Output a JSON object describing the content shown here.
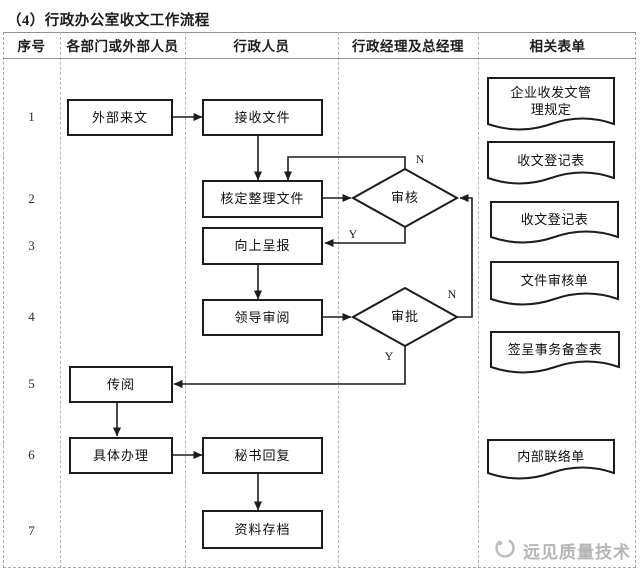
{
  "title": "（4）行政办公室收文工作流程",
  "table": {
    "headers": [
      "序号",
      "各部门或外部人员",
      "行政人员",
      "行政经理及总经理",
      "相关表单"
    ],
    "row_numbers": [
      "1",
      "2",
      "3",
      "4",
      "5",
      "6",
      "7"
    ]
  },
  "flowchart": {
    "nodes": {
      "external": "外部来文",
      "receive": "接收文件",
      "verify": "核定整理文件",
      "report": "向上呈报",
      "leader": "领导审阅",
      "circulate": "传阅",
      "handle": "具体办理",
      "secretary": "秘书回复",
      "archive": "资料存档"
    },
    "decisions": {
      "review": "审核",
      "approve": "审批"
    },
    "branches": {
      "review_n": "N",
      "review_y": "Y",
      "approve_n": "N",
      "approve_y": "Y"
    }
  },
  "forms": [
    "企业收发文管理规定",
    "收文登记表",
    "收文登记表",
    "文件审核单",
    "签呈事务备查表",
    "内部联络单"
  ],
  "watermark": "远见质量技术",
  "colors": {
    "line": "#1c1c1c",
    "grid": "#b6b6b6",
    "watermark": "#b5b5b5"
  }
}
